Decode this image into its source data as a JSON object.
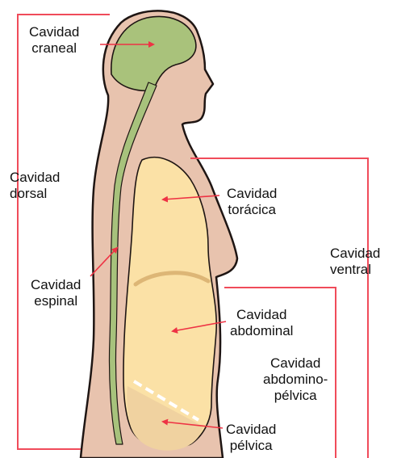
{
  "colors": {
    "skin": "#E8C3AE",
    "outline": "#1E1513",
    "brain": "#A9C27B",
    "cord": "#A7C27C",
    "trunk_cavity": "#FBE1A6",
    "diaphragm": "#DDB676",
    "pelvic_cavity": "#F0D2A0",
    "bracket": "#F04B5A",
    "arrow": "#EE3344",
    "pelvic_divider": "#FFFFFF"
  },
  "icons": {
    "pointer": "red-arrow-icon",
    "bracket": "red-bracket-line"
  },
  "labels": {
    "craneal": {
      "line1": "Cavidad",
      "line2": "craneal"
    },
    "dorsal": {
      "line1": "Cavidad",
      "line2": "dorsal"
    },
    "toracica": {
      "line1": "Cavidad",
      "line2": "torácica"
    },
    "ventral": {
      "line1": "Cavidad",
      "line2": "ventral"
    },
    "espinal": {
      "line1": "Cavidad",
      "line2": "espinal"
    },
    "abdominal": {
      "line1": "Cavidad",
      "line2": "abdominal"
    },
    "abdominopelvica": {
      "line1": "Cavidad",
      "line2": "abdomino-",
      "line3": "pélvica"
    },
    "pelvica": {
      "line1": "Cavidad",
      "line2": "pélvica"
    }
  }
}
